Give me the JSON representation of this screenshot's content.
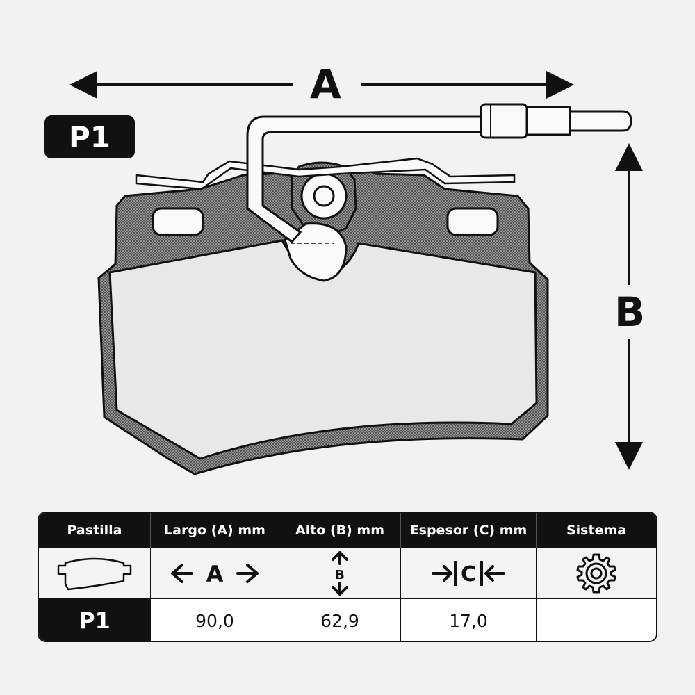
{
  "diagram": {
    "label_a": "A",
    "label_b": "B",
    "badge": "P1"
  },
  "table": {
    "headers": [
      "Pastilla",
      "Largo (A) mm",
      "Alto (B) mm",
      "Espesor (C) mm",
      "Sistema"
    ],
    "icons": [
      "brake-pad-icon",
      "width-arrows-icon",
      "height-arrows-icon",
      "thickness-arrows-icon",
      "gear-icon"
    ],
    "icon_letters": {
      "width": "A",
      "height": "B",
      "thickness": "C"
    },
    "row": [
      "P1",
      "90,0",
      "62,9",
      "17,0",
      ""
    ]
  }
}
